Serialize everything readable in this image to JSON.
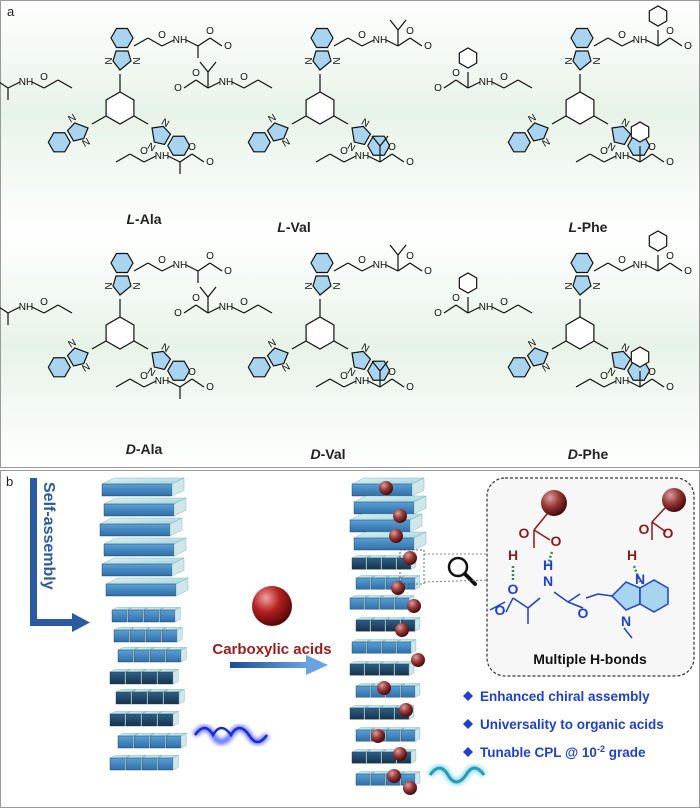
{
  "panel_a": {
    "letter": "a",
    "molecules": [
      {
        "prefix": "L",
        "suffix": "-Ala"
      },
      {
        "prefix": "L",
        "suffix": "-Val"
      },
      {
        "prefix": "L",
        "suffix": "-Phe"
      },
      {
        "prefix": "D",
        "suffix": "-Ala"
      },
      {
        "prefix": "D",
        "suffix": "-Val"
      },
      {
        "prefix": "D",
        "suffix": "-Phe"
      }
    ],
    "atoms": {
      "N": "N",
      "H": "H",
      "O": "O",
      "NH": "NH"
    }
  },
  "panel_b": {
    "letter": "b",
    "self_assembly": "Self-assembly",
    "carboxylic_acids": "Carboxylic acids",
    "inset_title": "Multiple H-bonds",
    "bullets": [
      "Enhanced chiral assembly",
      "Universality to organic acids",
      "Tunable CPL @ 10",
      "-2",
      " grade"
    ],
    "colors": {
      "accent_blue": "#1f3fd0",
      "acid_red": "#8b1a1a",
      "arrow_blue": "#2c5aa0",
      "hbond_green": "#2e8b57"
    }
  }
}
